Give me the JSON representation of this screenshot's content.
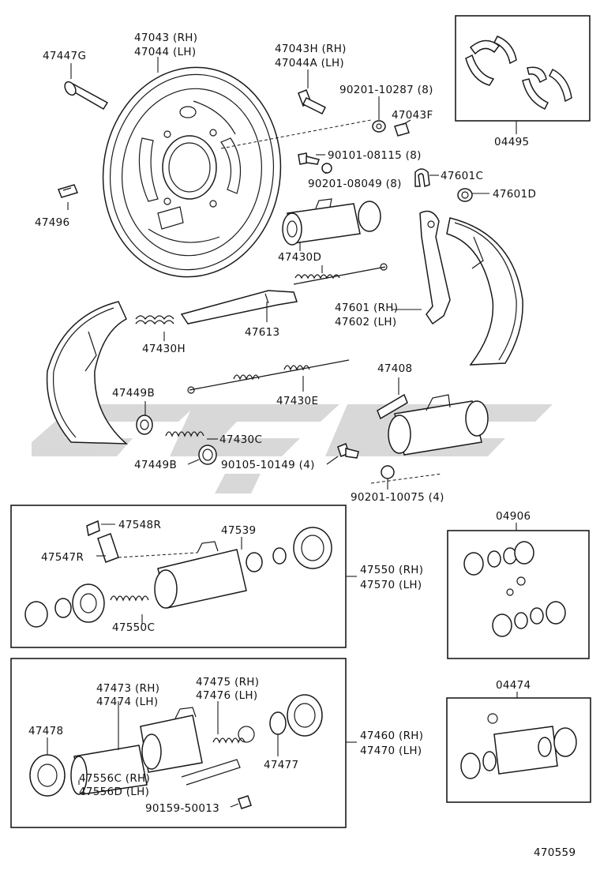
{
  "diagram_code": "470559",
  "labels": {
    "p47447G": "47447G",
    "p47043": "47043 (RH)",
    "p47044": "47044 (LH)",
    "p47043H": "47043H (RH)",
    "p47044A": "47044A (LH)",
    "p90201_10287": "90201-10287 (8)",
    "p47043F": "47043F",
    "p90101_08115": "90101-08115 (8)",
    "p90201_08049": "90201-08049 (8)",
    "p47601C": "47601C",
    "p47601D": "47601D",
    "p04495": "04495",
    "p47496": "47496",
    "p47430D": "47430D",
    "p47601": "47601 (RH)",
    "p47602": "47602 (LH)",
    "p47613": "47613",
    "p47430H": "47430H",
    "p47408": "47408",
    "p47449B_a": "47449B",
    "p47430E": "47430E",
    "p47430C": "47430C",
    "p47449B_b": "47449B",
    "p90105_10149": "90105-10149 (4)",
    "p90201_10075": "90201-10075 (4)",
    "p47548R": "47548R",
    "p47539": "47539",
    "p47547R": "47547R",
    "p47550C": "47550C",
    "p47550": "47550 (RH)",
    "p47570": "47570 (LH)",
    "p04906": "04906",
    "p47473": "47473 (RH)",
    "p47474": "47474 (LH)",
    "p47475": "47475 (RH)",
    "p47476": "47476 (LH)",
    "p47478": "47478",
    "p47556C": "47556C (RH)",
    "p47556D": "47556D (LH)",
    "p47477": "47477",
    "p90159_50013": "90159-50013",
    "p47460": "47460 (RH)",
    "p47470": "47470 (LH)",
    "p04474": "04474"
  }
}
